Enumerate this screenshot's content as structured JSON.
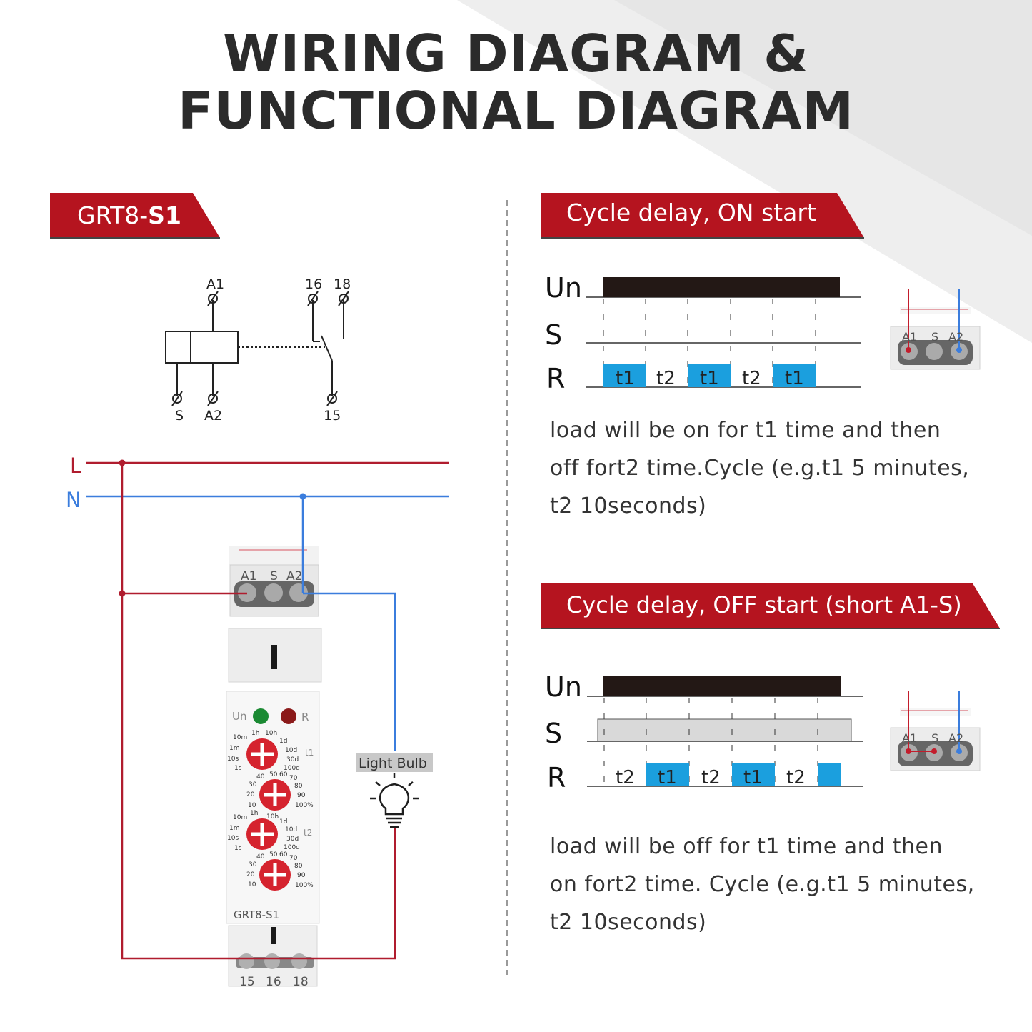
{
  "title": {
    "line1": "WIRING DIAGRAM &",
    "line2": "FUNCTIONAL DIAGRAM"
  },
  "model_banner": {
    "prefix": "GRT8-",
    "bold": "S1"
  },
  "schematic": {
    "terminals": [
      "A1",
      "16",
      "18",
      "S",
      "A2",
      "15"
    ]
  },
  "wiring": {
    "line_label": "L",
    "neutral_label": "N",
    "load_label": "Light Bulb",
    "colors": {
      "line": "#b01c2e",
      "neutral": "#3b7ddd"
    }
  },
  "device": {
    "top_terminals": [
      "A1",
      "S",
      "A2"
    ],
    "bottom_terminals": [
      "15",
      "16",
      "18"
    ],
    "indicators": [
      "Un",
      "R"
    ],
    "dial1_scale": [
      "10m",
      "1h",
      "10h",
      "1d",
      "10d",
      "30d",
      "100d",
      "1s",
      "10s",
      "1m"
    ],
    "dial1_label": "t1",
    "dial2_scale": [
      "40",
      "50",
      "60",
      "70",
      "80",
      "90",
      "100%",
      "30",
      "20",
      "10"
    ],
    "dial3_scale": [
      "10m",
      "1h",
      "10h",
      "1d",
      "10d",
      "30d",
      "100d",
      "1s",
      "10s",
      "1m"
    ],
    "dial3_label": "t2",
    "dial4_scale": [
      "40",
      "50",
      "60",
      "70",
      "80",
      "90",
      "100%",
      "30",
      "20",
      "10"
    ],
    "model": "GRT8-S1"
  },
  "diagram1": {
    "banner": "Cycle delay, ON start",
    "rows": [
      "Un",
      "S",
      "R"
    ],
    "r_segments": [
      "t1",
      "t2",
      "t1",
      "t2",
      "t1"
    ],
    "description_lines": [
      "load will be on for t1 time and then",
      "off fort2 time.Cycle (e.g.t1 5 minutes,",
      "t2 10seconds)"
    ],
    "terminals": [
      "A1",
      "S",
      "A2"
    ]
  },
  "diagram2": {
    "banner": "Cycle delay, OFF start (short A1-S)",
    "rows": [
      "Un",
      "S",
      "R"
    ],
    "r_segments": [
      "t2",
      "t1",
      "t2",
      "t1",
      "t2",
      ""
    ],
    "description_lines": [
      "load will be off for t1 time and then",
      "on fort2 time. Cycle (e.g.t1 5 minutes,",
      "t2 10seconds)"
    ],
    "terminals": [
      "A1",
      "S",
      "A2"
    ]
  },
  "colors": {
    "banner_red": "#b5141f",
    "pulse_blue": "#1b9fde",
    "un_bar": "#231815",
    "dial_red": "#d5232e"
  }
}
